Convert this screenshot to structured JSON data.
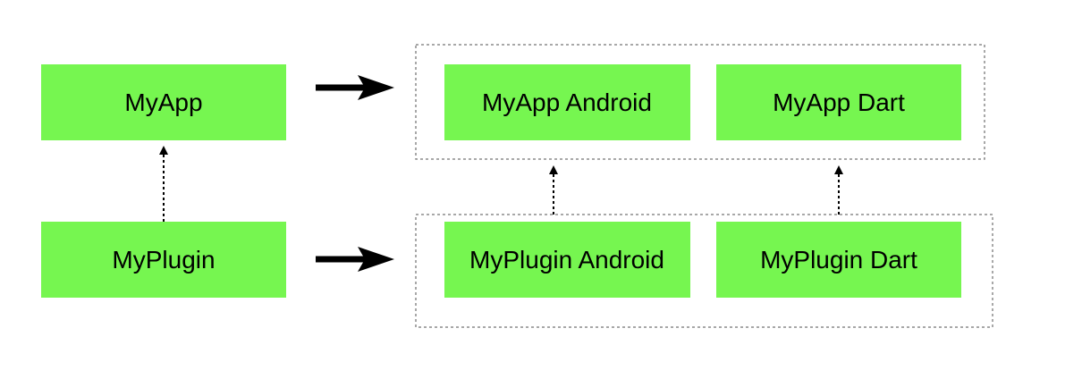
{
  "colors": {
    "node_fill": "#76f650",
    "text": "#000000",
    "group_border": "#8c8c8c",
    "arrow": "#000000"
  },
  "nodes": {
    "myapp": "MyApp",
    "myplugin": "MyPlugin",
    "myapp_android": "MyApp Android",
    "myapp_dart": "MyApp Dart",
    "myplugin_android": "MyPlugin Android",
    "myplugin_dart": "MyPlugin Dart"
  },
  "groups": [
    {
      "name": "myapp-components",
      "members": [
        "MyApp Android",
        "MyApp Dart"
      ]
    },
    {
      "name": "myplugin-components",
      "members": [
        "MyPlugin Android",
        "MyPlugin Dart"
      ]
    }
  ],
  "edges": [
    {
      "from": "MyPlugin",
      "to": "MyApp",
      "style": "dotted"
    },
    {
      "from": "MyPlugin Android",
      "to": "MyApp Android",
      "style": "dotted"
    },
    {
      "from": "MyPlugin Dart",
      "to": "MyApp Dart",
      "style": "dotted"
    },
    {
      "from": "MyApp",
      "to": "myapp-components",
      "style": "solid"
    },
    {
      "from": "MyPlugin",
      "to": "myplugin-components",
      "style": "solid"
    }
  ]
}
